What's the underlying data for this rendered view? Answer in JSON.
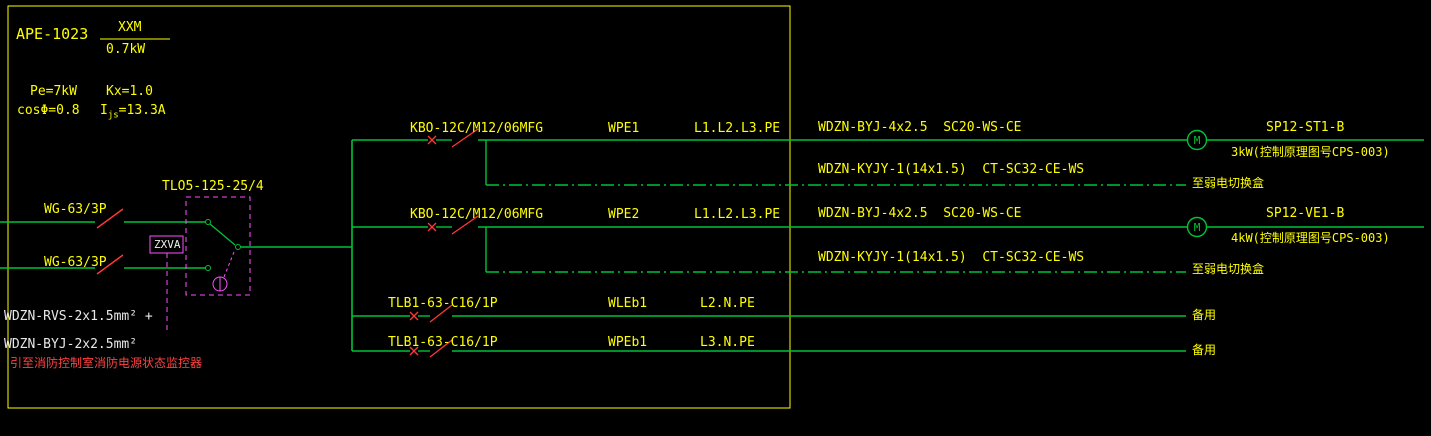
{
  "colors": {
    "background": "#000000",
    "wire_green": "#00c338",
    "frame_yellow": "#ffff00",
    "label_yellow": "#ffff00",
    "device_red": "#ff3838",
    "dashed_magenta": "#ff50ff",
    "note_white": "#e8e8e8",
    "note_red": "#ff4242"
  },
  "title_block": {
    "panel_id": "APE-1023",
    "rating_top": "XXM",
    "rating_bottom": "0.7kW",
    "pe": "Pe=7kW",
    "kx": "Kx=1.0",
    "cos_phi": "cosΦ=0.8",
    "i_prefix": "I",
    "i_sub": "js",
    "i_value": "=13.3A"
  },
  "incoming": {
    "breaker_top": "WG-63/3P",
    "breaker_bottom": "WG-63/3P",
    "transfer_switch": "TLO5-125-25/4",
    "meter_box": "ZXVA",
    "fire_note_1": "WDZN-RVS-2x1.5mm² +",
    "fire_note_2": "WDZN-BYJ-2x2.5mm²",
    "fire_note_3": "引至消防控制室消防电源状态监控器"
  },
  "branch1": {
    "device": "KBO-12C/M12/06MFG",
    "circuit": "WPE1",
    "phases": "L1.L2.L3.PE",
    "cable": "WDZN-BYJ-4x2.5  SC20-WS-CE",
    "motor": "M",
    "load_name": "SP12-ST1-B",
    "load_desc": "3kW(控制原理图号CPS-003)"
  },
  "tap1": {
    "cable": "WDZN-KYJY-1(14x1.5)  CT-SC32-CE-WS",
    "dest": "至弱电切换盒"
  },
  "branch2": {
    "device": "KBO-12C/M12/06MFG",
    "circuit": "WPE2",
    "phases": "L1.L2.L3.PE",
    "cable": "WDZN-BYJ-4x2.5  SC20-WS-CE",
    "motor": "M",
    "load_name": "SP12-VE1-B",
    "load_desc": "4kW(控制原理图号CPS-003)"
  },
  "tap2": {
    "cable": "WDZN-KYJY-1(14x1.5)  CT-SC32-CE-WS",
    "dest": "至弱电切换盒"
  },
  "branch3": {
    "device": "TLB1-63-C16/1P",
    "circuit": "WLEb1",
    "phases": "L2.N.PE",
    "dest": "备用"
  },
  "branch4": {
    "device": "TLB1-63-C16/1P",
    "circuit": "WPEb1",
    "phases": "L3.N.PE",
    "dest": "备用"
  }
}
